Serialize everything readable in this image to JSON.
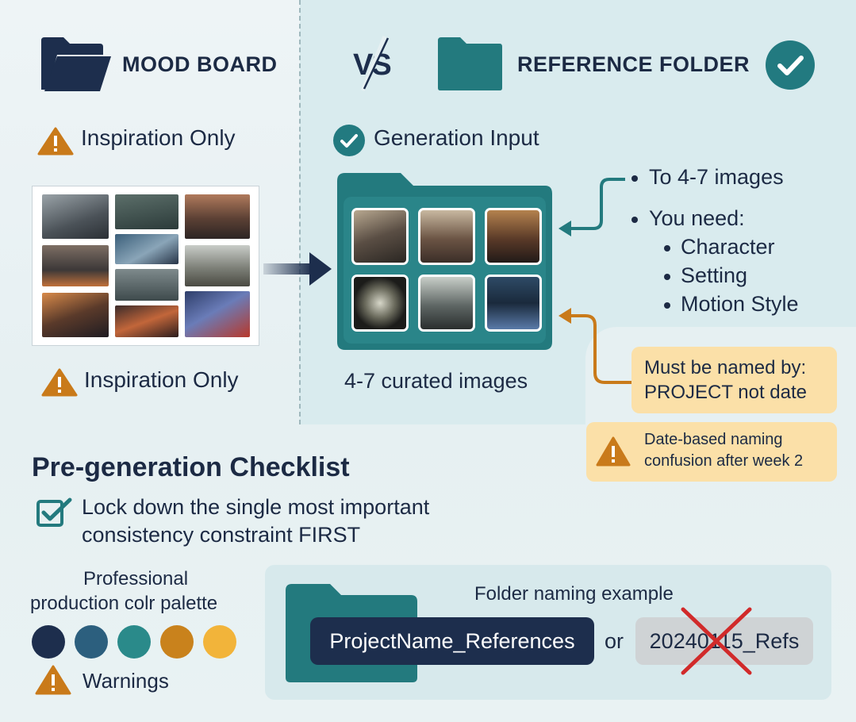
{
  "left": {
    "title": "MOOD BOARD",
    "top_label": "Inspiration Only",
    "bottom_label": "Inspiration Only"
  },
  "vs_label": "VS",
  "right": {
    "title": "REFERENCE FOLDER",
    "top_label": "Generation Input",
    "folder_caption": "4-7 curated images",
    "bullets": {
      "count": "To 4-7 images",
      "need": "You need:",
      "items": [
        "Character",
        "Setting",
        "Motion Style"
      ]
    },
    "callout_naming": {
      "line1": "Must be named by:",
      "line2": "PROJECT not date"
    },
    "callout_warning": {
      "line1": "Date-based naming",
      "line2": "confusion after week 2"
    }
  },
  "checklist": {
    "title": "Pre-generation Checklist",
    "item_line1": "Lock down the single most important",
    "item_line2": "consistency constraint FIRST"
  },
  "palette": {
    "title_line1": "Professional",
    "title_line2": "production colr palette",
    "colors": [
      "#1d2e4d",
      "#2c5f7e",
      "#2a8a8a",
      "#c9821c",
      "#f2b43a"
    ],
    "warnings_label": "Warnings"
  },
  "naming": {
    "title": "Folder naming example",
    "good": "ProjectName_References",
    "or": "or",
    "bad": "20240115_Refs"
  },
  "colors": {
    "navy": "#1c2a44",
    "teal": "#227a80",
    "amber": "#c97a1a",
    "callout": "#fbe0a8"
  }
}
